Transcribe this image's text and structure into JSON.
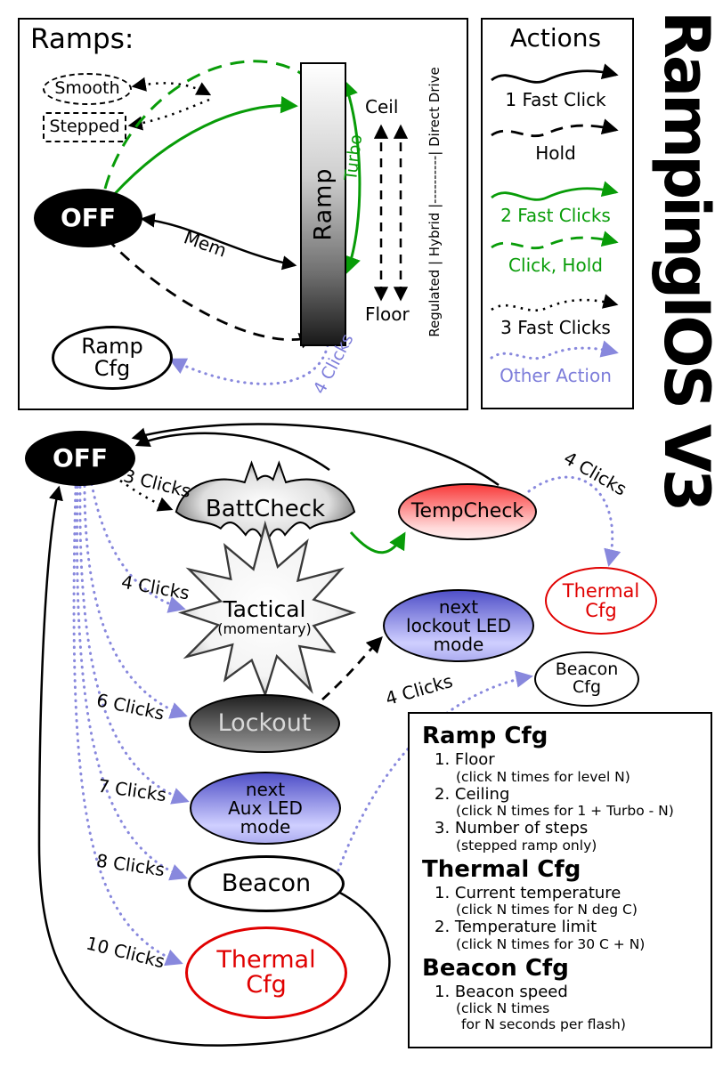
{
  "title": "RampingIOS V3",
  "colors": {
    "green": "#089c08",
    "periwinkle": "#8888dd",
    "red": "#e00000",
    "black": "#000000"
  },
  "ramps_panel": {
    "title": "Ramps:",
    "smooth": "Smooth",
    "stepped": "Stepped",
    "off": "OFF",
    "ramp": "Ramp",
    "ceil": "Ceil",
    "floor": "Floor",
    "turbo": "Turbo",
    "mem": "Mem",
    "ramp_cfg": {
      "line1": "Ramp",
      "line2": "Cfg"
    },
    "four_clicks": "4 Clicks",
    "drive_scale": "Regulated | Hybrid |----------| Direct Drive"
  },
  "actions_panel": {
    "title": "Actions",
    "items": [
      {
        "label": "1 Fast Click"
      },
      {
        "label": "Hold"
      },
      {
        "label": "2 Fast Clicks"
      },
      {
        "label": "Click, Hold"
      },
      {
        "label": "3 Fast Clicks"
      },
      {
        "label": "Other Action"
      }
    ]
  },
  "main": {
    "off": "OFF",
    "battcheck": "BattCheck",
    "tempcheck": "TempCheck",
    "thermal_cfg": {
      "line1": "Thermal",
      "line2": "Cfg"
    },
    "tactical": {
      "line1": "Tactical",
      "line2": "(momentary)"
    },
    "next_lockout": {
      "line1": "next",
      "line2": "lockout LED",
      "line3": "mode"
    },
    "lockout": "Lockout",
    "beacon_cfg": {
      "line1": "Beacon",
      "line2": "Cfg"
    },
    "next_aux": {
      "line1": "next",
      "line2": "Aux LED",
      "line3": "mode"
    },
    "beacon": "Beacon",
    "thermal_cfg2": {
      "line1": "Thermal",
      "line2": "Cfg"
    },
    "labels": {
      "l3": "3 Clicks",
      "l4_tactical": "4 Clicks",
      "l4_thermal": "4 Clicks",
      "l4_beacon": "4 Clicks",
      "l6": "6 Clicks",
      "l7": "7 Clicks",
      "l8": "8 Clicks",
      "l10": "10 Clicks"
    }
  },
  "cfg_panel": {
    "sections": [
      {
        "title": "Ramp Cfg",
        "items": [
          {
            "text": "1. Floor",
            "sub": [
              "(click N times for level N)"
            ]
          },
          {
            "text": "2. Ceiling",
            "sub": [
              "(click N times for 1 + Turbo - N)"
            ]
          },
          {
            "text": "3. Number of steps",
            "sub": [
              "(stepped ramp only)"
            ]
          }
        ]
      },
      {
        "title": "Thermal Cfg",
        "items": [
          {
            "text": "1. Current temperature",
            "sub": [
              "(click N times for N deg C)"
            ]
          },
          {
            "text": "2. Temperature limit",
            "sub": [
              "(click N times for 30 C + N)"
            ]
          }
        ]
      },
      {
        "title": "Beacon Cfg",
        "items": [
          {
            "text": "1. Beacon speed",
            "sub": [
              "(click N times",
              "for N seconds per flash)"
            ]
          }
        ]
      }
    ]
  }
}
